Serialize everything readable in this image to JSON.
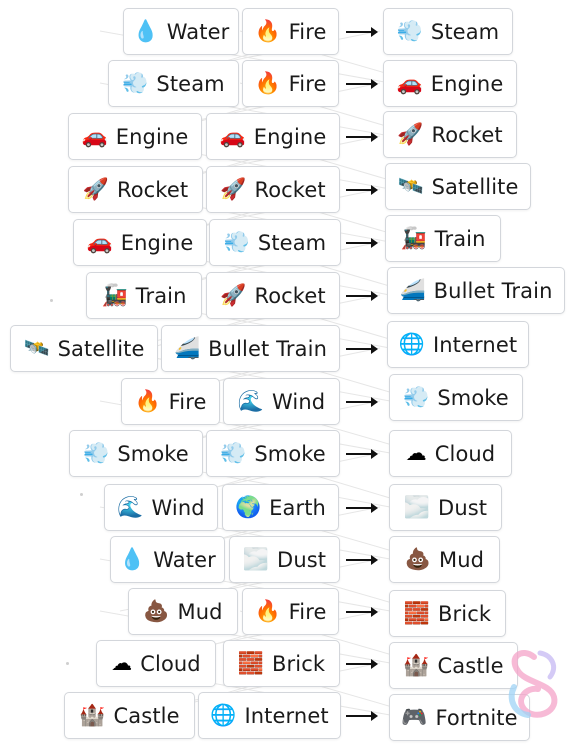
{
  "colors": {
    "chip_border": "#d3d6db",
    "text": "#1a1a1a",
    "arrow": "#111111",
    "background_lines": "#e6e6e6",
    "watermark_pink": "#f4a3c8",
    "watermark_blue": "#9fd3f5"
  },
  "icons": {
    "Water": {
      "name": "water-drop-icon",
      "glyph": "💧"
    },
    "Fire": {
      "name": "fire-icon",
      "glyph": "🔥"
    },
    "Steam": {
      "name": "steam-puff-icon",
      "glyph": "💨"
    },
    "Engine": {
      "name": "car-icon",
      "glyph": "🚗"
    },
    "Rocket": {
      "name": "rocket-icon",
      "glyph": "🚀"
    },
    "Satellite": {
      "name": "satellite-icon",
      "glyph": "🛰️"
    },
    "Train": {
      "name": "locomotive-icon",
      "glyph": "🚂"
    },
    "Bullet Train": {
      "name": "bullet-train-icon",
      "glyph": "🚄"
    },
    "Internet": {
      "name": "globe-meridians-icon",
      "glyph": "🌐"
    },
    "Wind": {
      "name": "wind-wave-icon",
      "glyph": "🌊"
    },
    "Smoke": {
      "name": "smoke-puff-icon",
      "glyph": "💨"
    },
    "Cloud": {
      "name": "cloud-icon",
      "glyph": "☁"
    },
    "Earth": {
      "name": "earth-globe-icon",
      "glyph": "🌍"
    },
    "Dust": {
      "name": "dust-waves-icon",
      "glyph": "🌫️"
    },
    "Mud": {
      "name": "poop-icon",
      "glyph": "💩"
    },
    "Brick": {
      "name": "brick-icon",
      "glyph": "🧱"
    },
    "Castle": {
      "name": "castle-icon",
      "glyph": "🏰"
    },
    "Fortnite": {
      "name": "gamepad-icon",
      "glyph": "🎮"
    }
  },
  "recipes": [
    {
      "first": "Water",
      "second": "Fire",
      "result": "Steam"
    },
    {
      "first": "Steam",
      "second": "Fire",
      "result": "Engine"
    },
    {
      "first": "Engine",
      "second": "Engine",
      "result": "Rocket"
    },
    {
      "first": "Rocket",
      "second": "Rocket",
      "result": "Satellite"
    },
    {
      "first": "Engine",
      "second": "Steam",
      "result": "Train"
    },
    {
      "first": "Train",
      "second": "Rocket",
      "result": "Bullet Train"
    },
    {
      "first": "Satellite",
      "second": "Bullet Train",
      "result": "Internet"
    },
    {
      "first": "Fire",
      "second": "Wind",
      "result": "Smoke"
    },
    {
      "first": "Smoke",
      "second": "Smoke",
      "result": "Cloud"
    },
    {
      "first": "Wind",
      "second": "Earth",
      "result": "Dust"
    },
    {
      "first": "Water",
      "second": "Dust",
      "result": "Mud"
    },
    {
      "first": "Mud",
      "second": "Fire",
      "result": "Brick"
    },
    {
      "first": "Cloud",
      "second": "Brick",
      "result": "Castle"
    },
    {
      "first": "Castle",
      "second": "Internet",
      "result": "Fortnite"
    }
  ]
}
